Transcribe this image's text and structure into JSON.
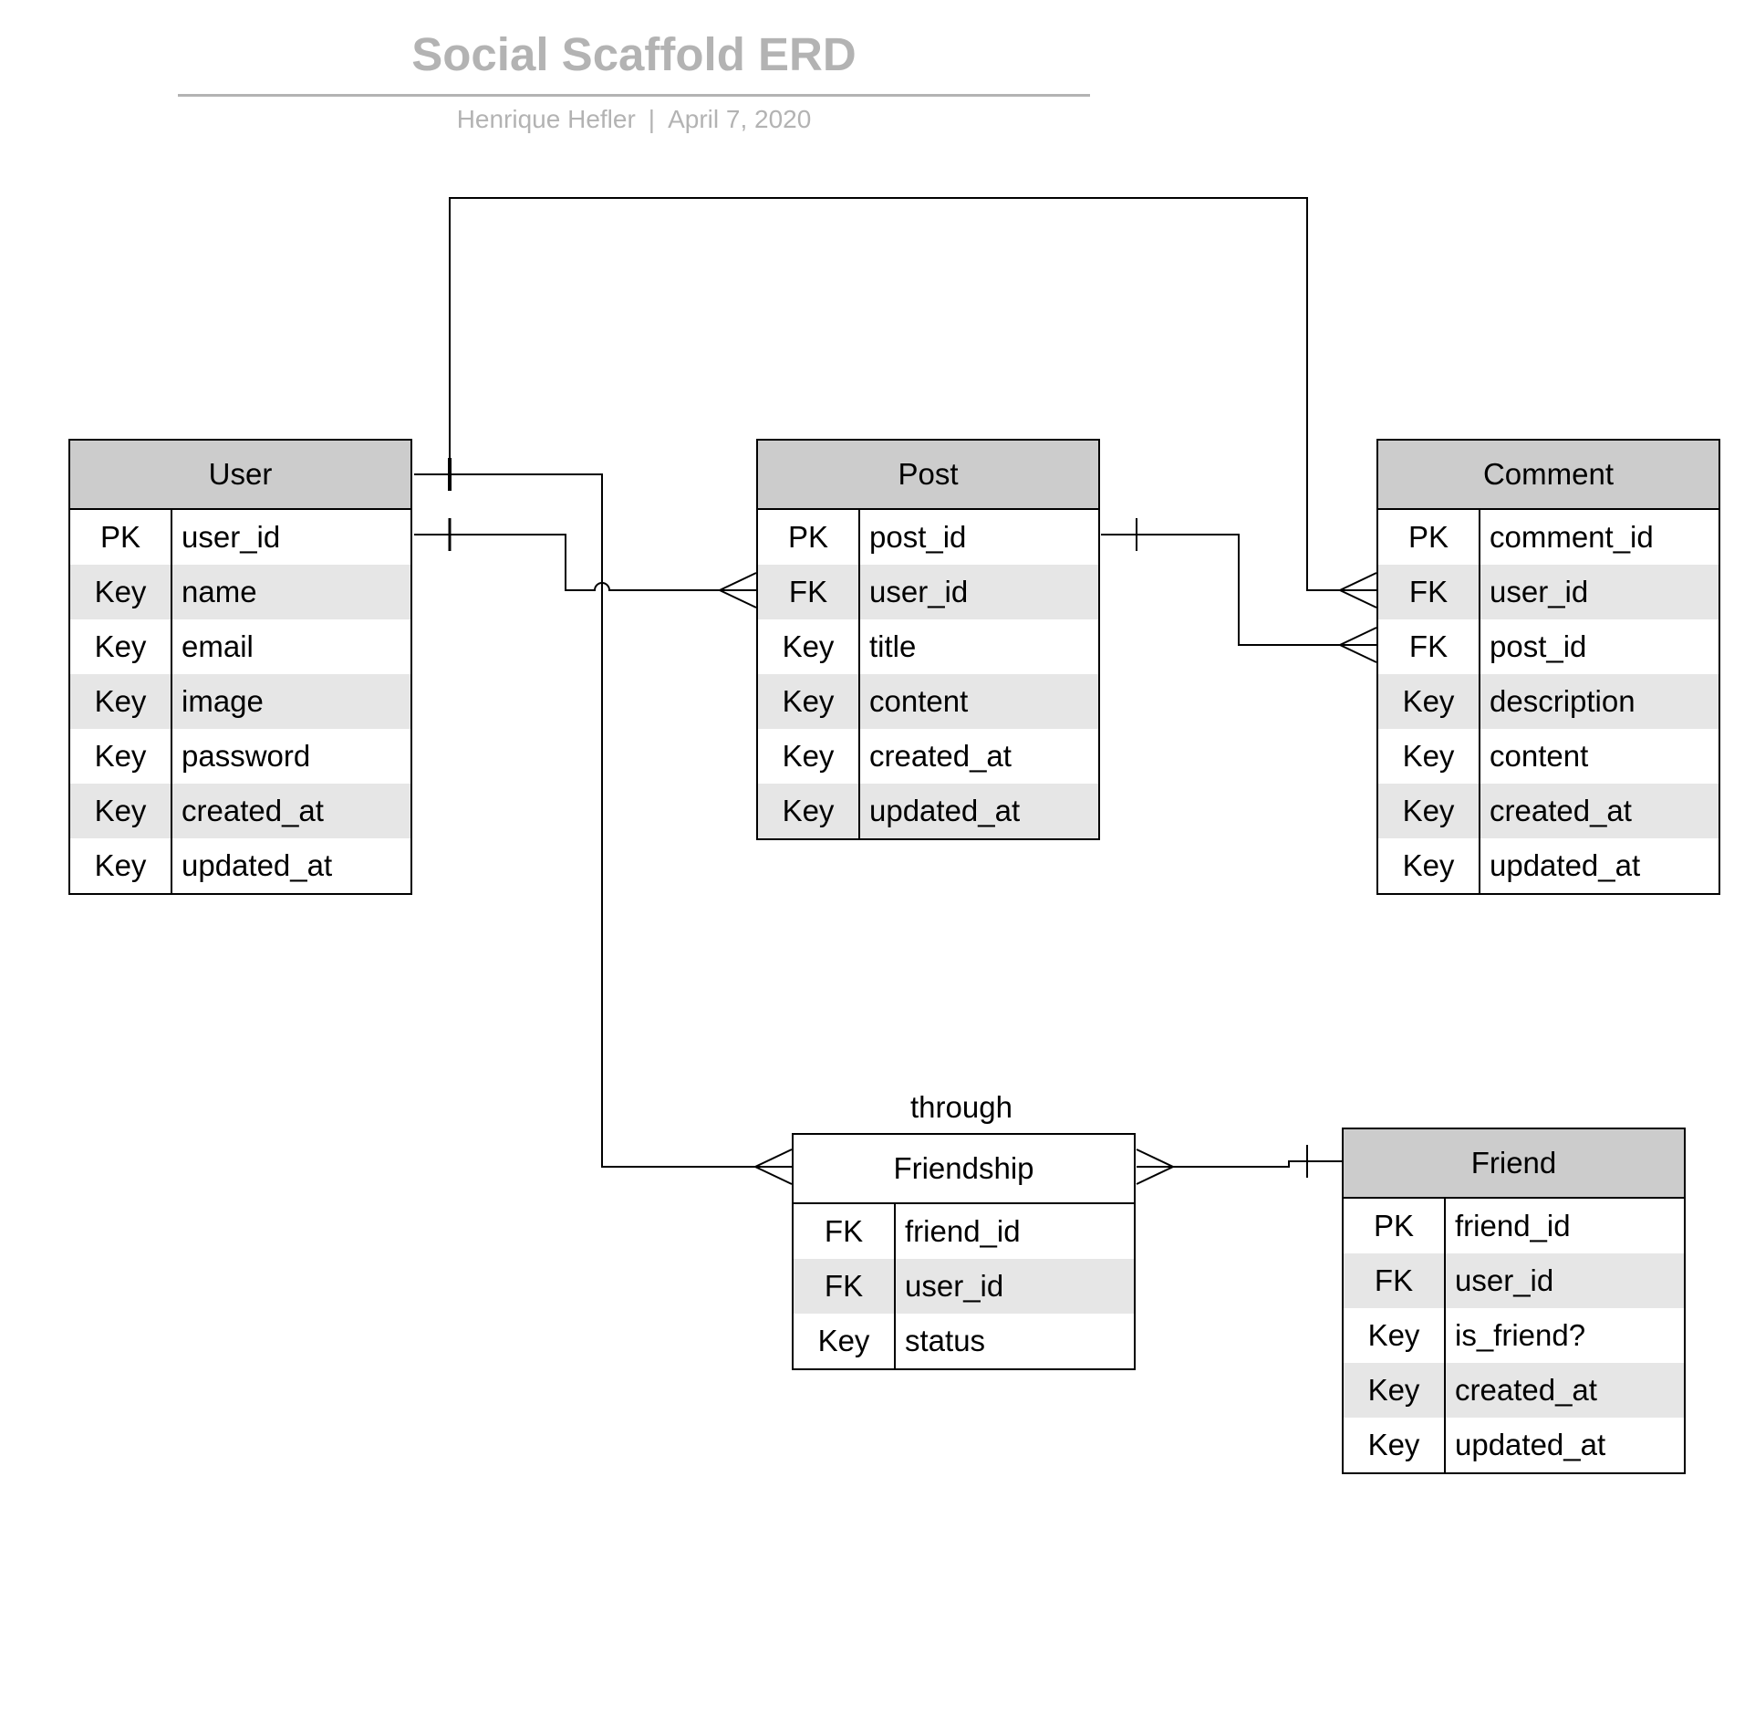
{
  "header": {
    "title": "Social Scaffold ERD",
    "author": "Henrique Hefler",
    "separator": "|",
    "date": "April 7, 2020"
  },
  "labels": {
    "through": "through"
  },
  "entities": {
    "user": {
      "name": "User",
      "rows": [
        {
          "key": "PK",
          "field": "user_id"
        },
        {
          "key": "Key",
          "field": "name"
        },
        {
          "key": "Key",
          "field": "email"
        },
        {
          "key": "Key",
          "field": "image"
        },
        {
          "key": "Key",
          "field": "password"
        },
        {
          "key": "Key",
          "field": "created_at"
        },
        {
          "key": "Key",
          "field": "updated_at"
        }
      ]
    },
    "post": {
      "name": "Post",
      "rows": [
        {
          "key": "PK",
          "field": "post_id"
        },
        {
          "key": "FK",
          "field": "user_id"
        },
        {
          "key": "Key",
          "field": "title"
        },
        {
          "key": "Key",
          "field": "content"
        },
        {
          "key": "Key",
          "field": "created_at"
        },
        {
          "key": "Key",
          "field": "updated_at"
        }
      ]
    },
    "comment": {
      "name": "Comment",
      "rows": [
        {
          "key": "PK",
          "field": "comment_id"
        },
        {
          "key": "FK",
          "field": "user_id"
        },
        {
          "key": "FK",
          "field": "post_id"
        },
        {
          "key": "Key",
          "field": "description"
        },
        {
          "key": "Key",
          "field": "content"
        },
        {
          "key": "Key",
          "field": "created_at"
        },
        {
          "key": "Key",
          "field": "updated_at"
        }
      ]
    },
    "friendship": {
      "name": "Friendship",
      "rows": [
        {
          "key": "FK",
          "field": "friend_id"
        },
        {
          "key": "FK",
          "field": "user_id"
        },
        {
          "key": "Key",
          "field": "status"
        }
      ]
    },
    "friend": {
      "name": "Friend",
      "rows": [
        {
          "key": "PK",
          "field": "friend_id"
        },
        {
          "key": "FK",
          "field": "user_id"
        },
        {
          "key": "Key",
          "field": "is_friend?"
        },
        {
          "key": "Key",
          "field": "created_at"
        },
        {
          "key": "Key",
          "field": "updated_at"
        }
      ]
    }
  },
  "relationships": [
    {
      "from": "User",
      "to": "Post",
      "from_cardinality": "one",
      "to_cardinality": "many"
    },
    {
      "from": "User",
      "to": "Comment",
      "from_cardinality": "one",
      "to_cardinality": "many"
    },
    {
      "from": "Post",
      "to": "Comment",
      "from_cardinality": "one",
      "to_cardinality": "many"
    },
    {
      "from": "User",
      "to": "Friendship",
      "from_cardinality": "one",
      "to_cardinality": "many"
    },
    {
      "from": "Friend",
      "to": "Friendship",
      "from_cardinality": "one",
      "to_cardinality": "many"
    }
  ]
}
